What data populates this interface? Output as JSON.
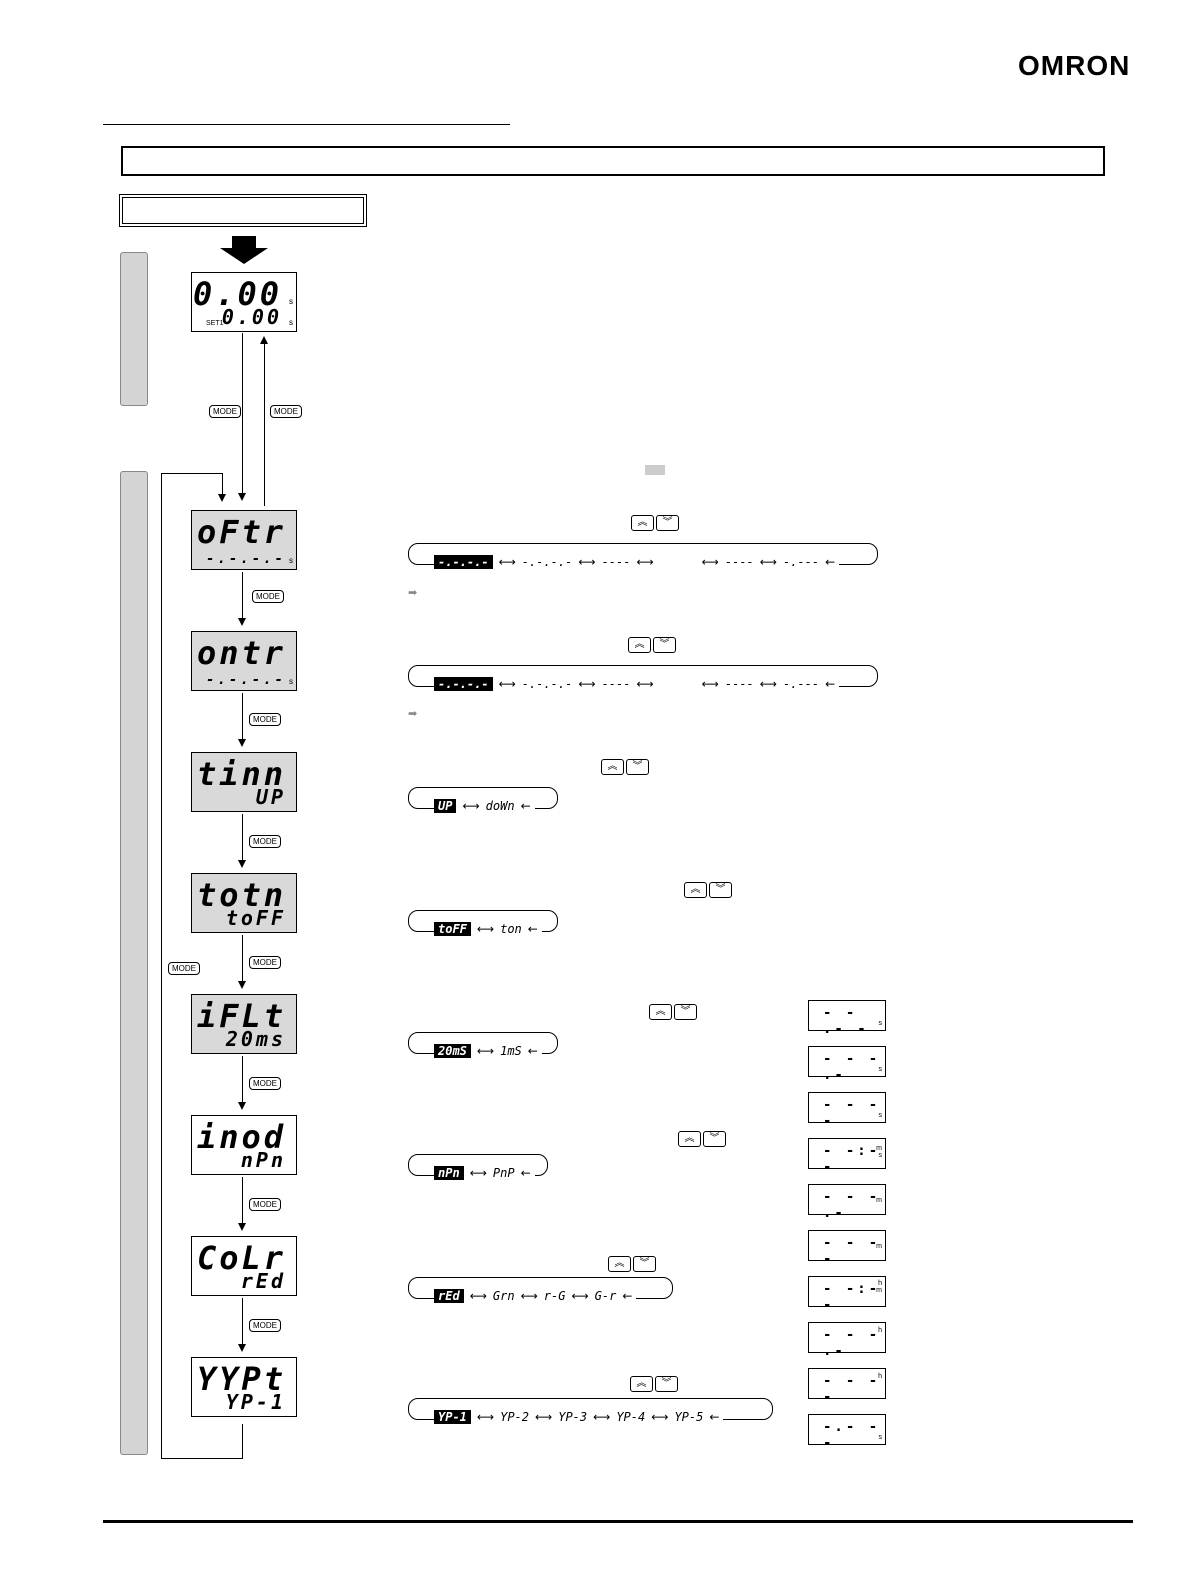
{
  "header": {
    "logo": "OMRON"
  },
  "mode_key_label": "MODE",
  "up_key": "︽",
  "down_key": "︾",
  "run_display": {
    "top": "0.00",
    "bottom": "0.00",
    "unit_top": "s",
    "unit_bottom": "s",
    "set_label": "SET1"
  },
  "params": [
    {
      "code": "oFtr",
      "value": "-.-.-.-",
      "unit": "s"
    },
    {
      "code": "ontr",
      "value": "-.-.-.-",
      "unit": "s"
    },
    {
      "code": "tinn",
      "value": "UP",
      "unit": ""
    },
    {
      "code": "totn",
      "value": "toFF",
      "unit": ""
    },
    {
      "code": "iFLt",
      "value": "20ms",
      "unit": ""
    },
    {
      "code": "inod",
      "value": "nPn",
      "unit": ""
    },
    {
      "code": "CoLr",
      "value": "rEd",
      "unit": ""
    },
    {
      "code": "YYPt",
      "value": "YP-1",
      "unit": ""
    }
  ],
  "option_rows": {
    "oftr": {
      "selected": "-.-.-.-",
      "options": [
        "-.-.-.-",
        "----",
        "",
        "----",
        "-.---"
      ]
    },
    "ontr": {
      "selected": "-.-.-.-",
      "options": [
        "-.-.-.-",
        "----",
        "",
        "----",
        "-.---"
      ]
    },
    "timer_mode": {
      "selected": "UP",
      "options": [
        "doWn"
      ]
    },
    "output_mode": {
      "selected": "toFF",
      "options": [
        "ton"
      ]
    },
    "input_filter": {
      "selected": "20mS",
      "options": [
        "1mS"
      ]
    },
    "input_type": {
      "selected": "nPn",
      "options": [
        "PnP"
      ]
    },
    "color": {
      "selected": "rEd",
      "options": [
        "Grn",
        "r-G",
        "G-r"
      ]
    },
    "key_protect": {
      "selected": "YP-1",
      "options": [
        "YP-2",
        "YP-3",
        "YP-4",
        "YP-5"
      ]
    }
  },
  "time_ranges": [
    {
      "text": "- - .- -",
      "unit": "s"
    },
    {
      "text": "- - - .-",
      "unit": "s"
    },
    {
      "text": "- - - -",
      "unit": "s"
    },
    {
      "text": "- -:- -",
      "unit": "m s"
    },
    {
      "text": "- - - .-",
      "unit": "m"
    },
    {
      "text": "- - - -",
      "unit": "m"
    },
    {
      "text": "- -:- -",
      "unit": "h m"
    },
    {
      "text": "- - - .-",
      "unit": "h"
    },
    {
      "text": "- - - -",
      "unit": "h"
    },
    {
      "text": "-.- - -",
      "unit": "s"
    }
  ]
}
